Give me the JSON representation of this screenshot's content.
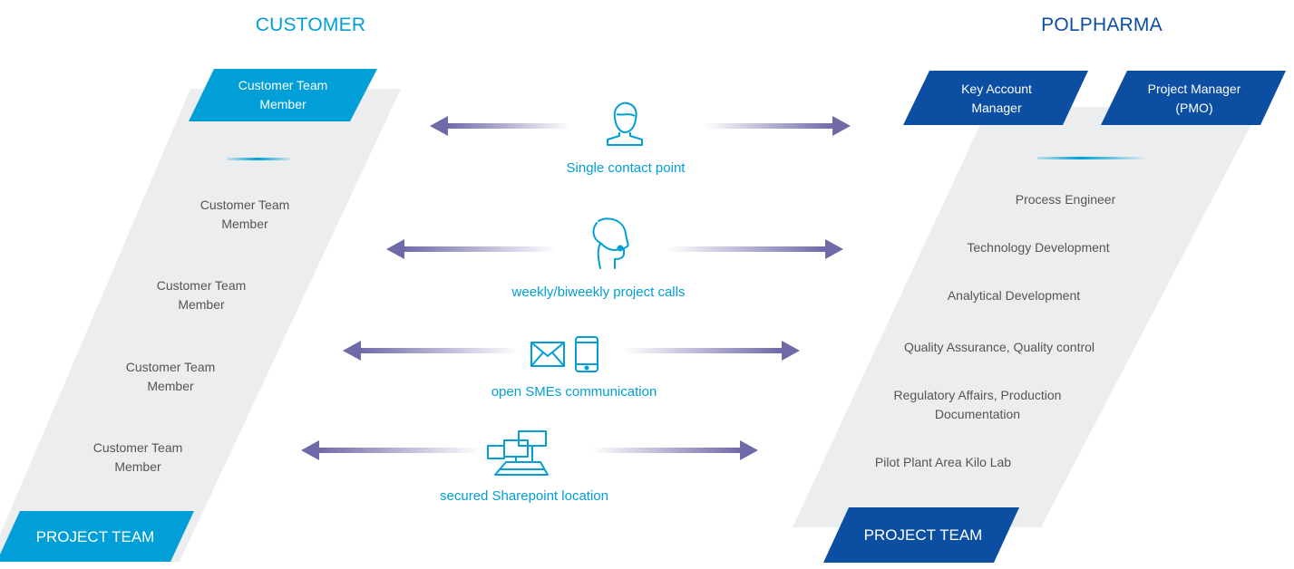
{
  "colors": {
    "light_blue": "#009fd8",
    "dark_blue": "#0b4ea2",
    "arrow": "#6f6aa8",
    "panel": "#ecedef",
    "gray_text": "#555555"
  },
  "customer": {
    "heading": "CUSTOMER",
    "top_box": {
      "line1": "Customer Team",
      "line2": "Member"
    },
    "members": [
      {
        "line1": "Customer Team",
        "line2": "Member"
      },
      {
        "line1": "Customer Team",
        "line2": "Member"
      },
      {
        "line1": "Customer Team",
        "line2": "Member"
      },
      {
        "line1": "Customer Team",
        "line2": "Member"
      }
    ],
    "footer": "PROJECT TEAM"
  },
  "polpharma": {
    "heading": "POLPHARMA",
    "top_boxes": [
      {
        "line1": "Key Account",
        "line2": "Manager"
      },
      {
        "line1": "Project Manager",
        "line2": "(PMO)"
      }
    ],
    "roles": [
      {
        "line1": "Process Engineer",
        "line2": ""
      },
      {
        "line1": "Technology Development",
        "line2": ""
      },
      {
        "line1": "Analytical Development",
        "line2": ""
      },
      {
        "line1": "Quality Assurance, Quality control",
        "line2": ""
      },
      {
        "line1": "Regulatory Affairs, Production",
        "line2": "Documentation"
      },
      {
        "line1": "Pilot Plant Area Kilo Lab",
        "line2": ""
      }
    ],
    "footer": "PROJECT TEAM"
  },
  "channels": [
    {
      "label": "Single contact point",
      "icon": "user-icon"
    },
    {
      "label": "weekly/biweekly project calls",
      "icon": "headset-icon"
    },
    {
      "label": "open SMEs communication",
      "icon": "mail-phone-icon"
    },
    {
      "label": "secured Sharepoint location",
      "icon": "network-computer-icon"
    }
  ]
}
